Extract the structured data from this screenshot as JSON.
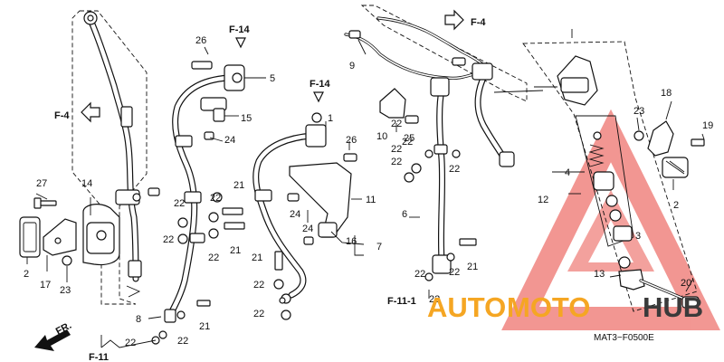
{
  "diagram_code": "MAT3−F0500E",
  "watermark": {
    "prefix": "AUTO",
    "middle": "MOTO",
    "suffix": "HUB",
    "orange": "#f5a623",
    "dark": "#3a3a3a",
    "triangle": "#e8423a"
  },
  "references": {
    "f4_left": "F-4",
    "f4_top": "F-4",
    "f14_a": "F-14",
    "f14_b": "F-14",
    "f11_1": "F-11-1",
    "f11": "F-11",
    "fr": "FR."
  },
  "callouts": {
    "c1": "1",
    "c2a": "2",
    "c2b": "2",
    "c3": "3",
    "c4": "4",
    "c5": "5",
    "c6": "6",
    "c7": "7",
    "c8": "8",
    "c9": "9",
    "c10": "10",
    "c11": "11",
    "c12": "12",
    "c13": "13",
    "c14": "14",
    "c15": "15",
    "c16": "16",
    "c17": "17",
    "c18": "18",
    "c19": "19",
    "c20": "20",
    "c21a": "21",
    "c21b": "21",
    "c21c": "21",
    "c21d": "21",
    "c21e": "21",
    "c22a": "22",
    "c22b": "22",
    "c22c": "22",
    "c22d": "22",
    "c22e": "22",
    "c22f": "22",
    "c22g": "22",
    "c22h": "22",
    "c22i": "22",
    "c22j": "22",
    "c22k": "22",
    "c22l": "22",
    "c22m": "22",
    "c22n": "22",
    "c22o": "22",
    "c22p": "22",
    "c23a": "23",
    "c23b": "23",
    "c24a": "24",
    "c24b": "24",
    "c24c": "24",
    "c25": "25",
    "c26a": "26",
    "c26b": "26",
    "c27": "27"
  }
}
